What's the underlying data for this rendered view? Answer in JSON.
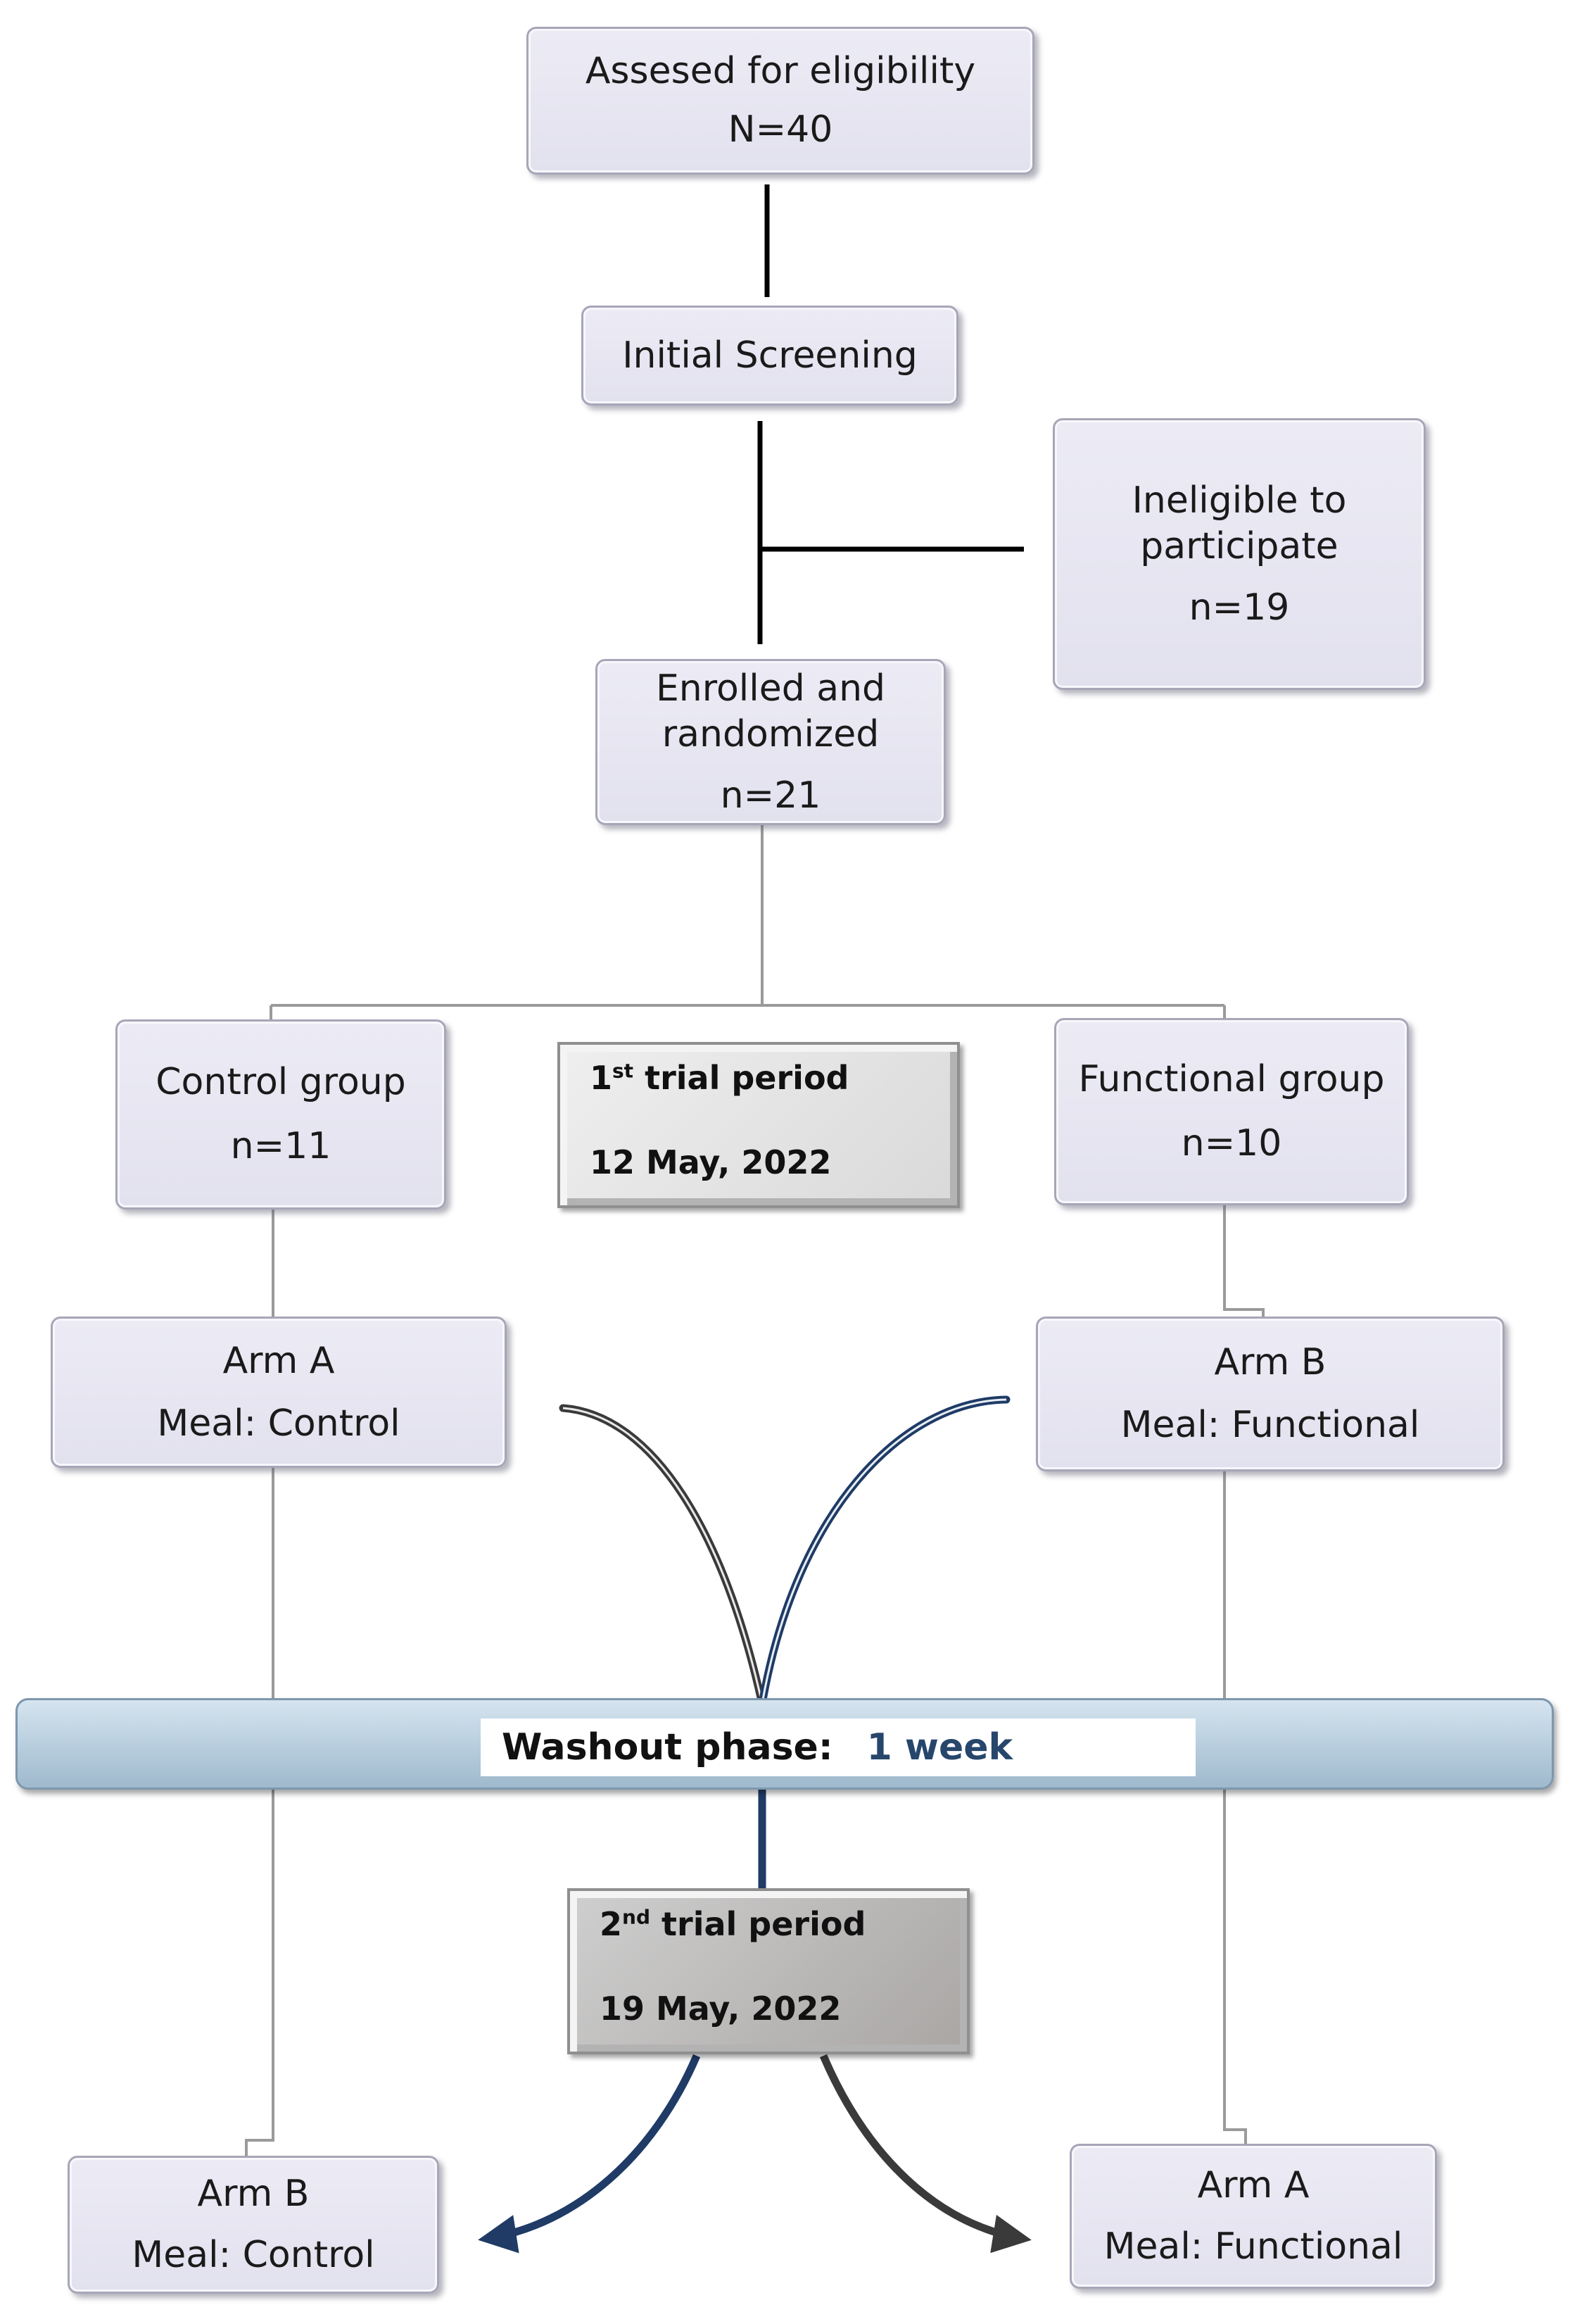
{
  "assessed": {
    "title": "Assesed for eligibility",
    "n": "N=40"
  },
  "screening": {
    "title": "Initial Screening"
  },
  "ineligible": {
    "line1": "Ineligible to",
    "line2": "participate",
    "n": "n=19"
  },
  "enrolled": {
    "line1": "Enrolled and",
    "line2": "randomized",
    "n": "n=21"
  },
  "control_group": {
    "title": "Control group",
    "n": "n=11"
  },
  "functional_group": {
    "title": "Functional group",
    "n": "n=10"
  },
  "trial1": {
    "num": "1",
    "sup": "st",
    "label": " trial period",
    "date": "12 May, 2022"
  },
  "trial2": {
    "num": "2",
    "sup": "nd",
    "label": " trial period",
    "date": "19 May, 2022"
  },
  "arm_a_first": {
    "title": "Arm A",
    "meal": "Meal: Control"
  },
  "arm_b_first": {
    "title": "Arm B",
    "meal": "Meal: Functional"
  },
  "washout": {
    "label": "Washout phase:",
    "value": "1 week"
  },
  "arm_b_second": {
    "title": "Arm B",
    "meal": "Meal: Control"
  },
  "arm_a_second": {
    "title": "Arm A",
    "meal": "Meal: Functional"
  },
  "colors": {
    "crossover_dark": "#3a3a3a",
    "crossover_blue": "#1f3b66",
    "washout_text": "#27466b"
  }
}
